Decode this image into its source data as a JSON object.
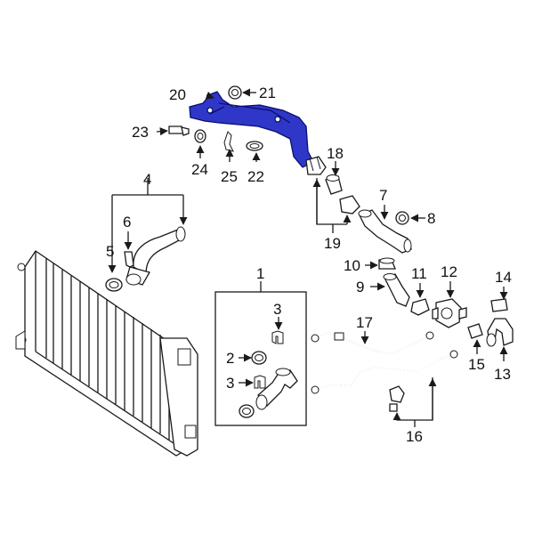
{
  "colors": {
    "line": "#1a1a1a",
    "highlight_fill": "#2f37c8",
    "highlight_stroke": "#0a0f6e",
    "background": "#ffffff"
  },
  "callouts": {
    "c1": "1",
    "c2": "2",
    "c3a": "3",
    "c3b": "3",
    "c4": "4",
    "c5": "5",
    "c6": "6",
    "c7": "7",
    "c8": "8",
    "c9": "9",
    "c10": "10",
    "c11": "11",
    "c12": "12",
    "c13": "13",
    "c14": "14",
    "c15": "15",
    "c16": "16",
    "c17": "17",
    "c18": "18",
    "c19": "19",
    "c20": "20",
    "c21": "21",
    "c22": "22",
    "c23": "23",
    "c24": "24",
    "c25": "25"
  },
  "highlighted_part": "20"
}
